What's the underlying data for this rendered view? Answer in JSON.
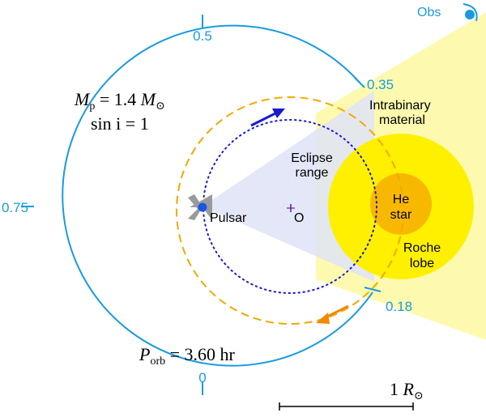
{
  "colors": {
    "phase_circle": "#1a9be0",
    "pulsar_orbit": "#1a1ad0",
    "orange_dashed": "#f2a900",
    "eclipse_fill": "#dfe3f7",
    "intrabinary": "#fdfab0",
    "roche_lobe": "#fff000",
    "he_star": "#f8b800",
    "pulsar_dot": "#1a55e8",
    "arrow_blue": "#1a1ad0",
    "arrow_orange": "#f08a00",
    "observer": "#1a9be0"
  },
  "phases": {
    "p0_5": "0.5",
    "p0_35": "0.35",
    "p0_75": "0.75",
    "p0_18": "0.18",
    "p0": "0"
  },
  "labels": {
    "obs": "Obs",
    "intrabinary_line1": "Intrabinary",
    "intrabinary_line2": "material",
    "eclipse_line1": "Eclipse",
    "eclipse_line2": "range",
    "he_line1": "He",
    "he_line2": "star",
    "roche_line1": "Roche",
    "roche_line2": "lobe",
    "pulsar": "Pulsar",
    "origin": "O"
  },
  "params": {
    "mass_symbol": "M",
    "mass_sub": "p",
    "mass_value": " = 1.4 ",
    "mass_unit": "M",
    "sun_symbol": "⊙",
    "incl": "sin i = 1",
    "porb_symbol": "P",
    "porb_sub": "orb",
    "porb_value": " = 3.60 hr",
    "scale_number": "1 ",
    "scale_unit": "R"
  }
}
